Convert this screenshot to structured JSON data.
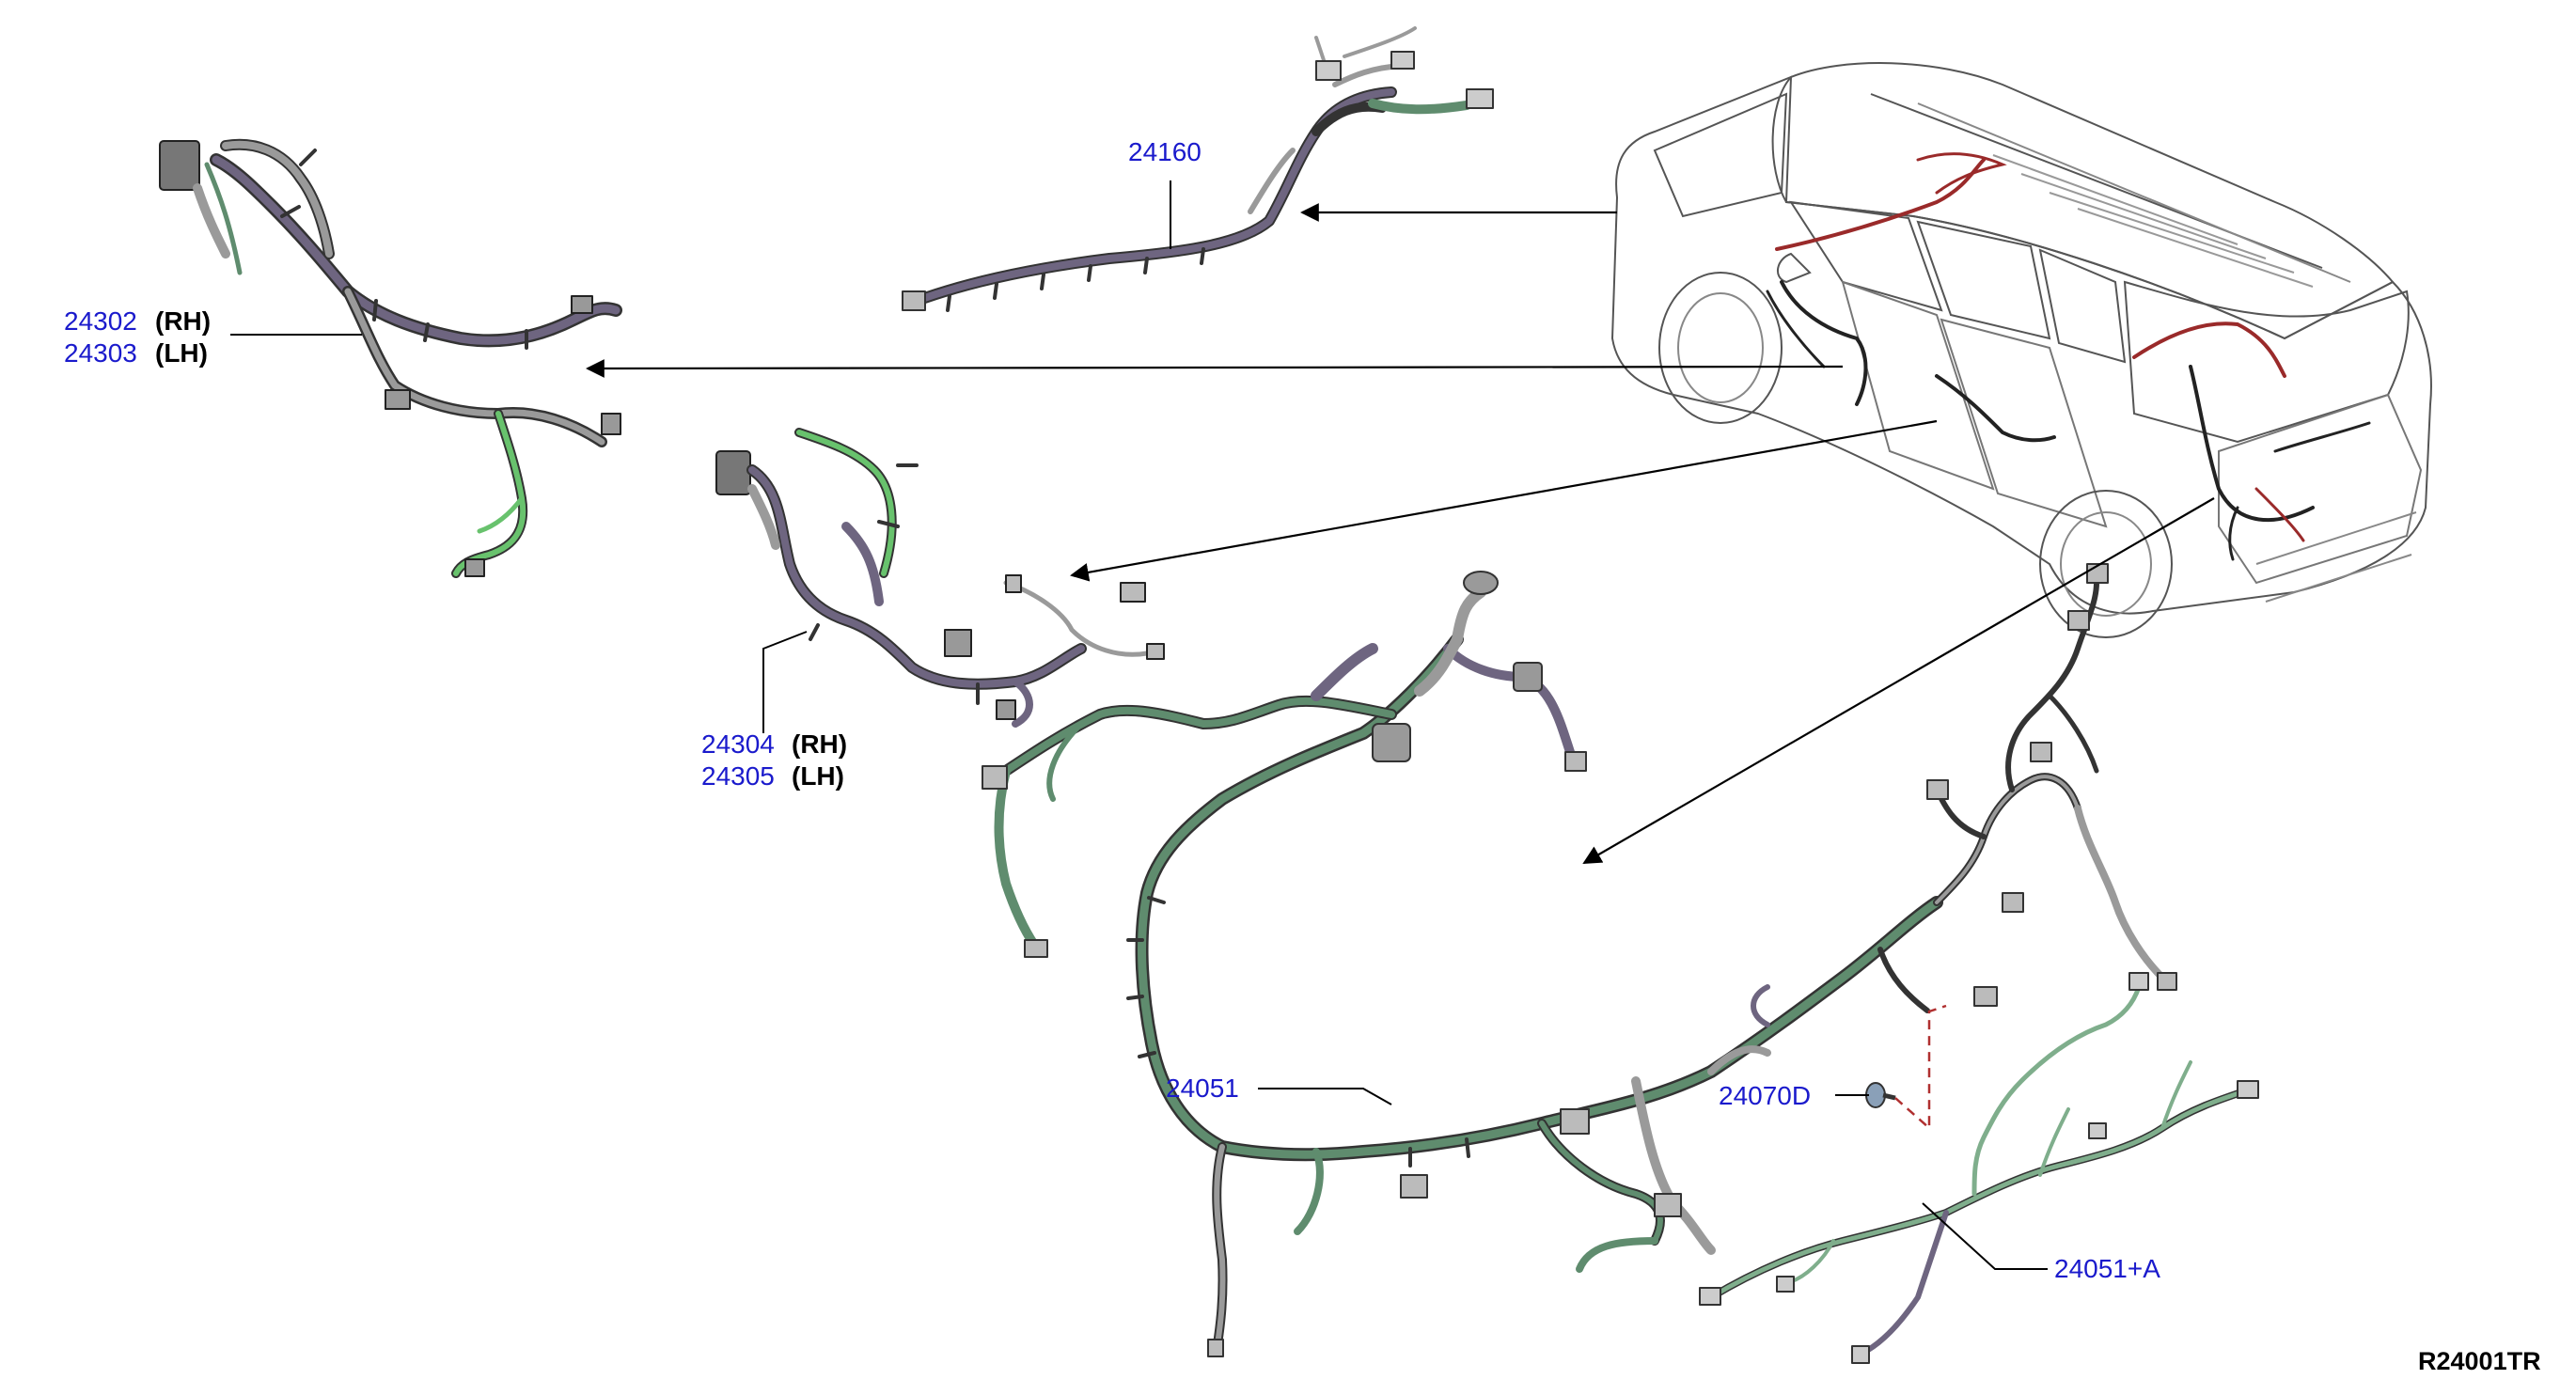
{
  "diagram": {
    "drawing_ref": "R24001TR",
    "colors": {
      "part_number": "#1a1acc",
      "label_text": "#000000",
      "harness_gray": "#8c8c8c",
      "harness_purple": "#6e6580",
      "harness_green": "#5f8c6e",
      "harness_bright_green": "#68c26d",
      "vehicle_harness_red": "#9a2a2a",
      "bracket_dash": "#b03030"
    },
    "parts": [
      {
        "number": "24160"
      },
      {
        "number": "24302",
        "side": "(RH)"
      },
      {
        "number": "24303",
        "side": "(LH)"
      },
      {
        "number": "24304",
        "side": "(RH)"
      },
      {
        "number": "24305",
        "side": "(LH)"
      },
      {
        "number": "24051"
      },
      {
        "number": "24070D"
      },
      {
        "number": "24051+A"
      }
    ]
  }
}
